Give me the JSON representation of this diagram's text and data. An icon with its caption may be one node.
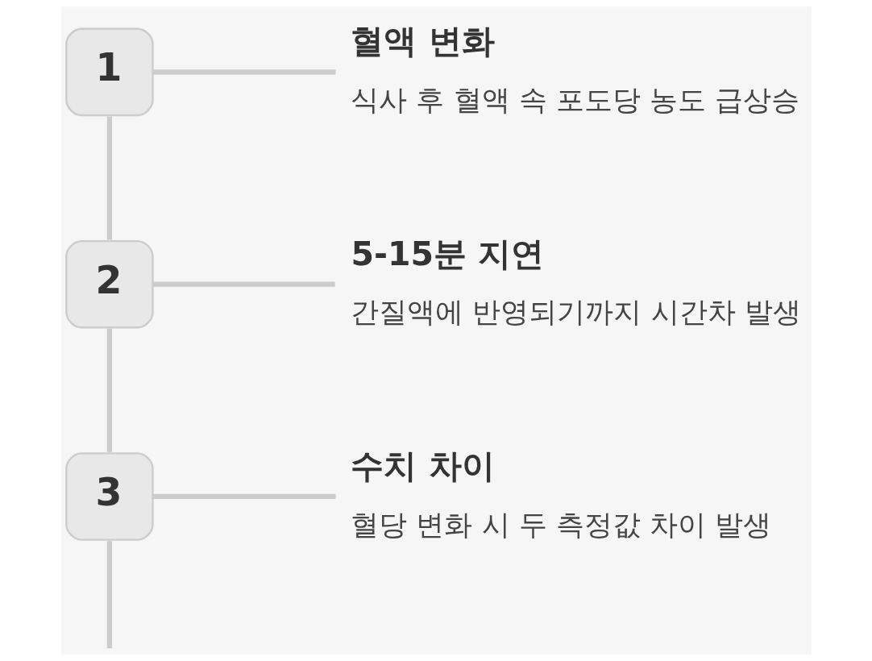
{
  "diagram": {
    "nodes": [
      {
        "text": [
          "1"
        ]
      },
      {
        "text": [
          "혈액 변화",
          "식사 후 혈액 속 포도당 농도 급상승"
        ]
      },
      {
        "text": [
          "2"
        ]
      },
      {
        "text": [
          "5-15분 지연",
          "간질액에 반영되기까지 시간차 발생"
        ]
      },
      {
        "text": [
          "3"
        ]
      },
      {
        "text": [
          "수치 차이",
          "혈당 변화 시 두 측정값 차이 발생"
        ]
      }
    ],
    "edges": [
      {
        "from": 0,
        "to": 1,
        "arrow": "none"
      },
      {
        "from": 0,
        "to": 2,
        "arrow": "none"
      },
      {
        "from": 2,
        "to": 3,
        "arrow": "none"
      },
      {
        "from": 2,
        "to": 4,
        "arrow": "none"
      },
      {
        "from": 4,
        "to": 5,
        "arrow": "none"
      },
      {
        "from": 4,
        "to": null,
        "arrow": "none"
      }
    ]
  }
}
